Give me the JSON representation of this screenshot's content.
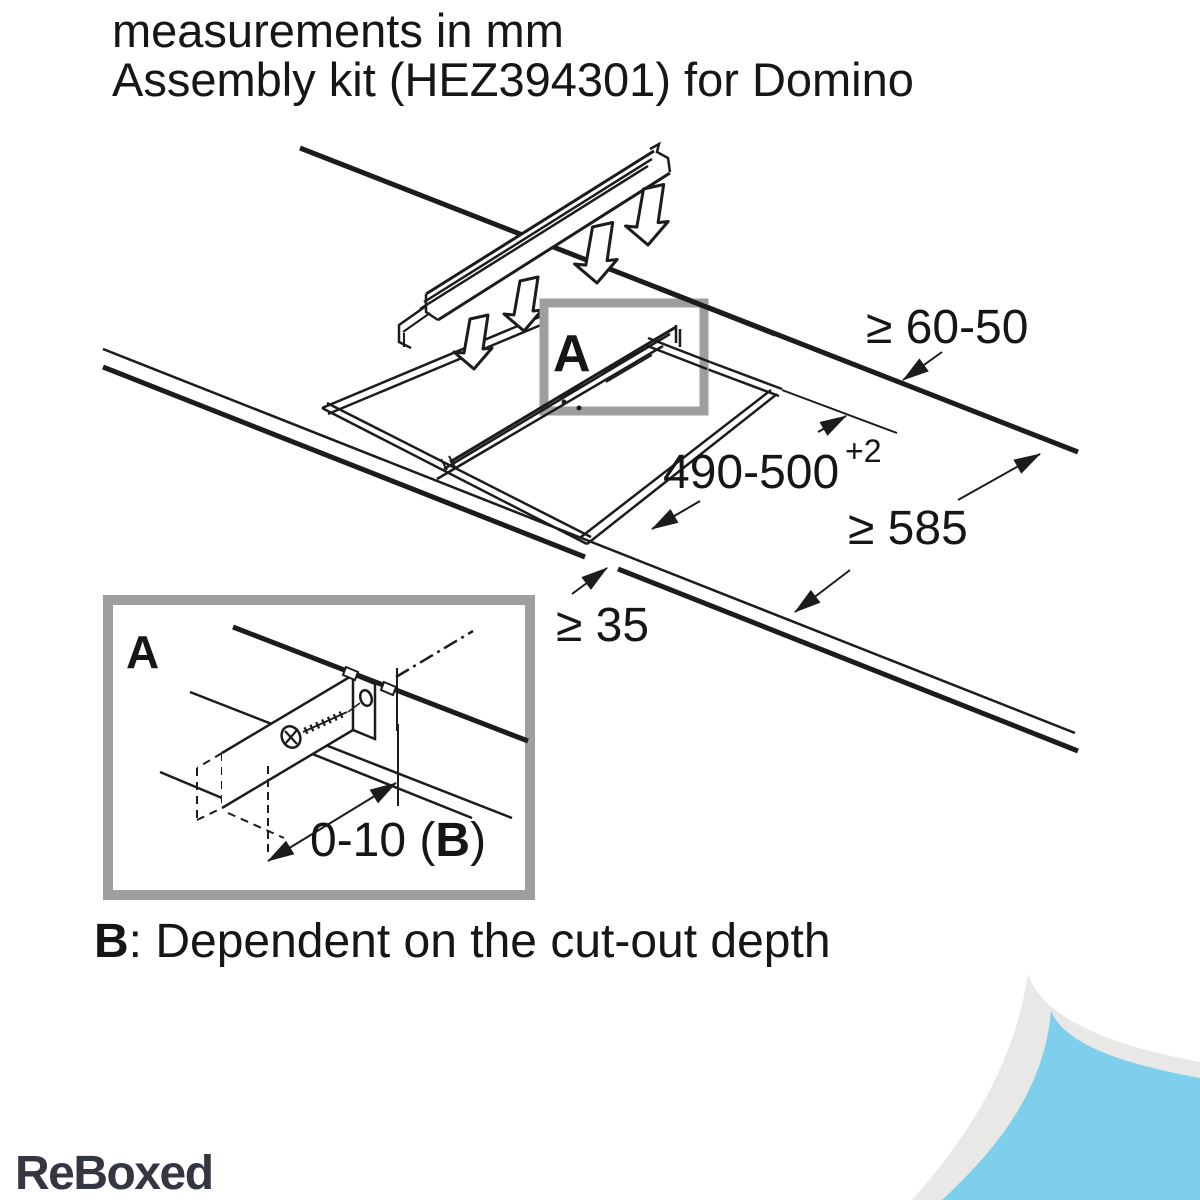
{
  "title": {
    "line1": "measurements in mm",
    "line2": "Assembly kit (HEZ394301) for Domino"
  },
  "main_diagram": {
    "detail_marker": "A",
    "dimensions": {
      "back_clearance": "≥ 60-50",
      "cutout_depth": "490-500",
      "cutout_depth_tolerance": "+2",
      "worktop_min_depth": "≥ 585",
      "front_min_distance": "≥ 35"
    }
  },
  "detail_view": {
    "label": "A",
    "dimension": {
      "prefix": "0-10 (",
      "bold": "B",
      "suffix": ")"
    }
  },
  "footnote": {
    "bold_prefix": "B",
    "text": ": Dependent on the cut-out depth"
  },
  "branding": {
    "logo_text": "ReBoxed"
  },
  "colors": {
    "line": "#1c1c1c",
    "detail_frame_gray": "#9e9e9e",
    "curl_blue": "#7dcfec",
    "curl_gray": "#e8e8e6",
    "logo_dark": "#343641",
    "logo_accent": "#8abadf"
  }
}
